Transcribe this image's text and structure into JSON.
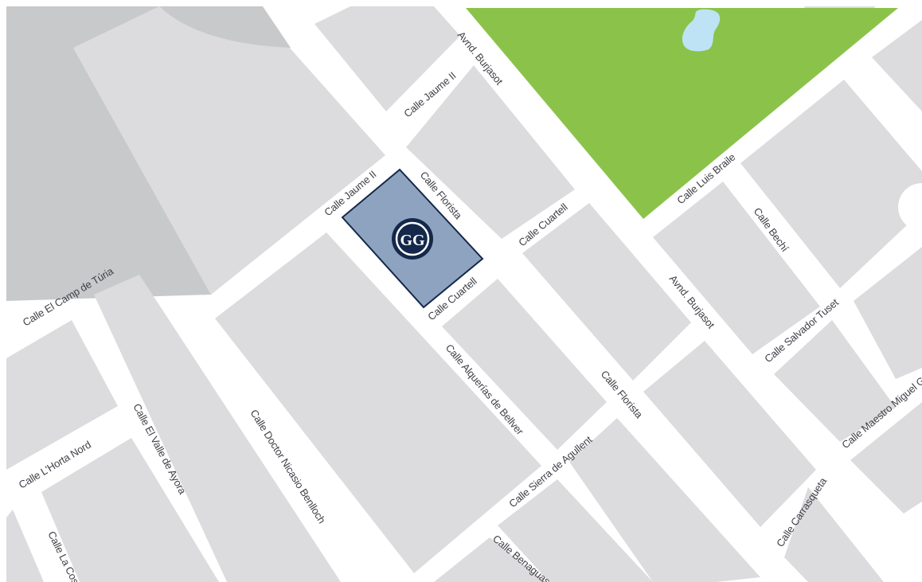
{
  "map": {
    "colors": {
      "road": "#ffffff",
      "block": "#dcdcde",
      "large_area": "#c8c9cb",
      "park": "#8bc34a",
      "water": "#bde3f5",
      "highlight_fill": "#8ea3bf",
      "highlight_stroke": "#14284b",
      "marker": "#14284b",
      "label_text": "#404048"
    },
    "marker": {
      "icon": "building-location-icon",
      "monogram": "GG"
    },
    "streets": [
      "Avnd. Burjasot",
      "Calle Jaume II",
      "Calle Jaume II",
      "Calle Florista",
      "Calle Cuartell",
      "Calle Cuartell",
      "Calle Luis Braile",
      "Calle Bechí",
      "Avnd. Burjasot",
      "Calle Salvador Tuset",
      "Calle El Camp de Túria",
      "Calle Alquerías de Bellver",
      "Calle Florista",
      "Calle Maestro Miguel G",
      "Calle El Valle de Ayora",
      "Calle Doctor Nicasio Benlloch",
      "Calle L'Horta Nord",
      "Calle Sierra de Agullent",
      "Calle Carrasqueta",
      "Calle La Cos",
      "Calle Benaguas"
    ]
  }
}
